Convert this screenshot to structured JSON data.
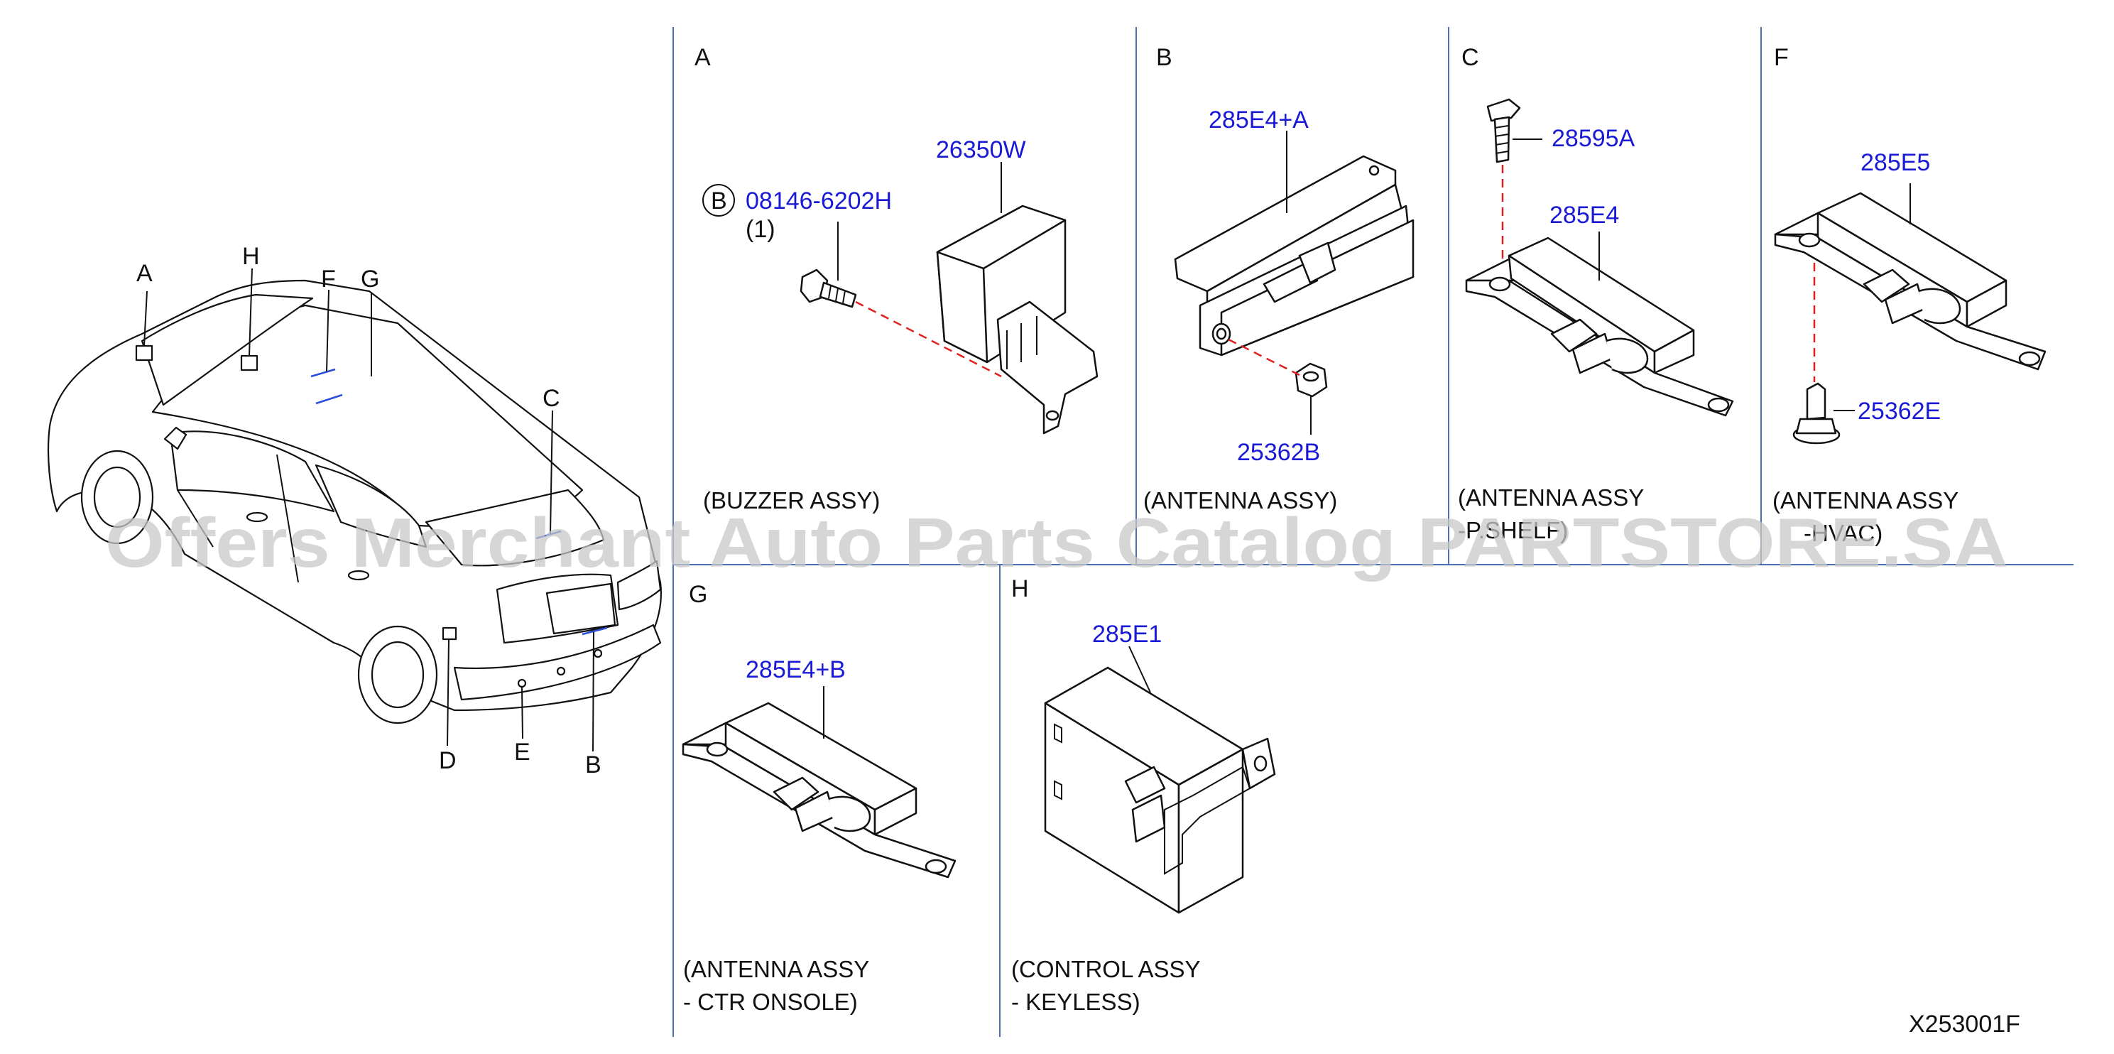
{
  "car": {
    "labels": {
      "A": "A",
      "H": "H",
      "F": "F",
      "G": "G",
      "C": "C",
      "D": "D",
      "E": "E",
      "B": "B"
    }
  },
  "panels": {
    "A": {
      "letter": "A",
      "caption": "(BUZZER  ASSY)",
      "parts": {
        "bracket_part": "26350W",
        "bolt_part": "08146-6202H",
        "bolt_qty": "(1)",
        "bolt_symbol": "B"
      }
    },
    "B": {
      "letter": "B",
      "caption": "(ANTENNA  ASSY)",
      "parts": {
        "antenna_part": "285E4+A",
        "nut_part": "25362B"
      }
    },
    "C": {
      "letter": "C",
      "caption_line1": "(ANTENNA  ASSY",
      "caption_line2": "-P.SHELF)",
      "parts": {
        "bolt_part": "28595A",
        "antenna_part": "285E4"
      }
    },
    "F": {
      "letter": "F",
      "caption_line1": "(ANTENNA  ASSY",
      "caption_line2": "-HVAC)",
      "parts": {
        "antenna_part": "285E5",
        "clip_part": "25362E"
      }
    },
    "G": {
      "letter": "G",
      "caption_line1": "(ANTENNA  ASSY",
      "caption_line2": "-  CTR  ONSOLE)",
      "parts": {
        "antenna_part": "285E4+B"
      }
    },
    "H": {
      "letter": "H",
      "caption_line1": "(CONTROL  ASSY",
      "caption_line2": "-  KEYLESS)",
      "parts": {
        "unit_part": "285E1"
      }
    }
  },
  "diagram_code": "X253001F",
  "watermark": "Offers Merchant Auto Parts Catalog PARTSTORE.SA",
  "colors": {
    "part_number": "#1a1ad6",
    "divider": "#4a6fb5",
    "dashed_line": "#e02020",
    "watermark": "#c8c8c8"
  }
}
